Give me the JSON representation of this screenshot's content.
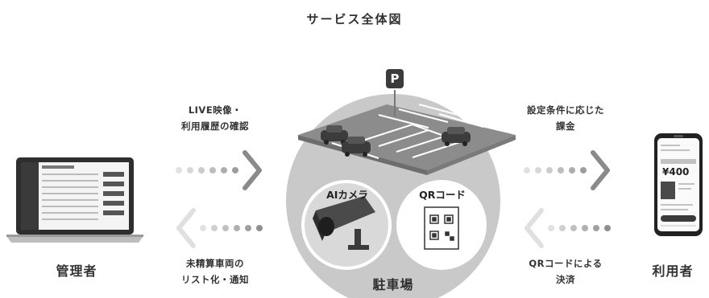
{
  "title": "サービス全体図",
  "captions": {
    "top_left": [
      "LIVE映像・",
      "利用履歴の確認"
    ],
    "bottom_left": [
      "未精算車両の",
      "リスト化・通知"
    ],
    "top_right": [
      "設定条件に応じた",
      "課金"
    ],
    "bottom_right": [
      "QRコードによる",
      "決済"
    ]
  },
  "roles": {
    "admin": "管理者",
    "user": "利用者"
  },
  "hub": {
    "label": "駐車場",
    "ai_camera": "AIカメラ",
    "qr_code": "QRコード",
    "parking_sign": "P"
  },
  "phone": {
    "price": "¥400"
  },
  "colors": {
    "circle": "#c8c8c8",
    "chevron_dark": "#8a8a8a",
    "chevron_light": "#dddddd",
    "text": "#333333"
  },
  "icons": [
    "laptop-icon",
    "smartphone-icon",
    "parking-sign-icon",
    "camera-icon",
    "qr-code-icon",
    "car-icon",
    "arrow-right-icon",
    "arrow-left-icon"
  ]
}
